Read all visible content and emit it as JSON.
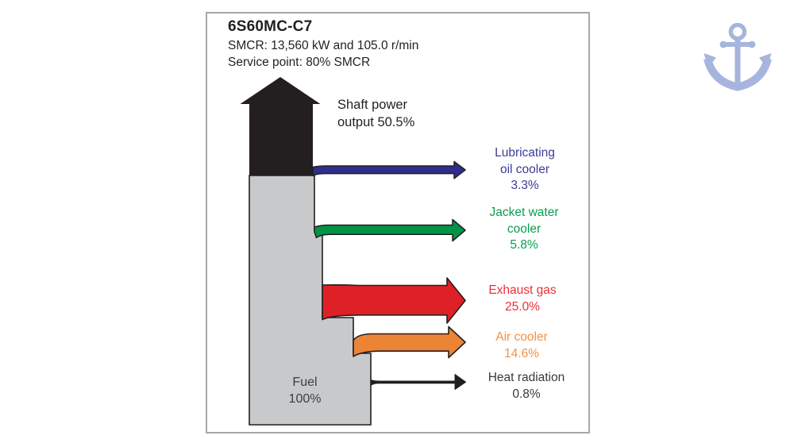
{
  "panel": {
    "title": "6S60MC-C7",
    "subtitle1": "SMCR: 13,560 kW and 105.0 r/min",
    "subtitle2": "Service point: 80% SMCR"
  },
  "chart_data": {
    "type": "sankey",
    "title": "6S60MC-C7",
    "smcr": "SMCR: 13,560 kW and 105.0 r/min",
    "service_point": "Service point: 80% SMCR",
    "input": {
      "name": "Fuel",
      "percent": 100.0,
      "color": "#c8c9cb"
    },
    "flows": [
      {
        "name": "Shaft power output",
        "percent": 50.5,
        "direction": "up",
        "color": "#231f20"
      },
      {
        "name": "Lubricating oil cooler",
        "percent": 3.3,
        "direction": "right",
        "color": "#2d2f8e"
      },
      {
        "name": "Jacket water cooler",
        "percent": 5.8,
        "direction": "right",
        "color": "#029347"
      },
      {
        "name": "Exhaust gas",
        "percent": 25.0,
        "direction": "right",
        "color": "#dd2127"
      },
      {
        "name": "Air cooler",
        "percent": 14.6,
        "direction": "right",
        "color": "#ec8435"
      },
      {
        "name": "Heat radiation",
        "percent": 0.8,
        "direction": "right",
        "color": "#231f20"
      }
    ]
  },
  "labels": {
    "shaft": "Shaft power\noutput 50.5%",
    "lube": "Lubricating\noil cooler\n3.3%",
    "jacket": "Jacket water\ncooler\n5.8%",
    "exhaust": "Exhaust gas\n25.0%",
    "air": "Air cooler\n14.6%",
    "heat": "Heat radiation\n0.8%",
    "fuel": "Fuel\n100%"
  },
  "icons": {
    "anchor": {
      "name": "anchor-icon",
      "color": "#a6b5dd"
    }
  }
}
